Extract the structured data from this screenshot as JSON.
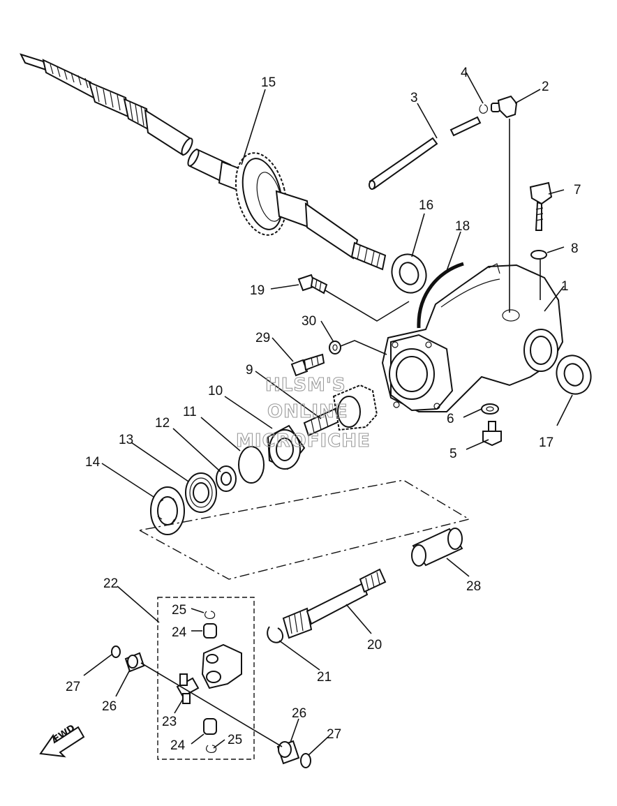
{
  "title": "",
  "watermark": [
    "HLSM'S",
    "ONLINE",
    "MICROFICHE"
  ],
  "direction_label": "FWD",
  "callouts": [
    {
      "id": "1",
      "label": "1"
    },
    {
      "id": "2",
      "label": "2"
    },
    {
      "id": "3",
      "label": "3"
    },
    {
      "id": "4",
      "label": "4"
    },
    {
      "id": "5",
      "label": "5"
    },
    {
      "id": "6",
      "label": "6"
    },
    {
      "id": "7",
      "label": "7"
    },
    {
      "id": "8",
      "label": "8"
    },
    {
      "id": "9",
      "label": "9"
    },
    {
      "id": "10",
      "label": "10"
    },
    {
      "id": "11",
      "label": "11"
    },
    {
      "id": "12",
      "label": "12"
    },
    {
      "id": "13",
      "label": "13"
    },
    {
      "id": "14",
      "label": "14"
    },
    {
      "id": "15",
      "label": "15"
    },
    {
      "id": "16",
      "label": "16"
    },
    {
      "id": "17",
      "label": "17"
    },
    {
      "id": "18",
      "label": "18"
    },
    {
      "id": "19",
      "label": "19"
    },
    {
      "id": "20",
      "label": "20"
    },
    {
      "id": "21",
      "label": "21"
    },
    {
      "id": "22",
      "label": "22"
    },
    {
      "id": "23",
      "label": "23"
    },
    {
      "id": "24a",
      "label": "24"
    },
    {
      "id": "24b",
      "label": "24"
    },
    {
      "id": "25a",
      "label": "25"
    },
    {
      "id": "25b",
      "label": "25"
    },
    {
      "id": "26a",
      "label": "26"
    },
    {
      "id": "26b",
      "label": "26"
    },
    {
      "id": "27a",
      "label": "27"
    },
    {
      "id": "27b",
      "label": "27"
    },
    {
      "id": "28",
      "label": "28"
    },
    {
      "id": "29",
      "label": "29"
    },
    {
      "id": "30",
      "label": "30"
    }
  ]
}
